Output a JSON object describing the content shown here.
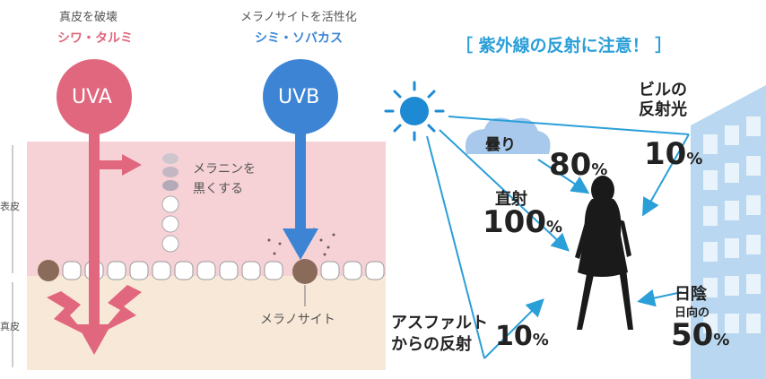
{
  "skin": {
    "uva": {
      "caption": "真皮を破壊",
      "effect": "シワ・タルミ",
      "label": "UVA",
      "color": "#e0677d"
    },
    "uvb": {
      "caption": "メラノサイトを活性化",
      "effect": "シミ・ソバカス",
      "label": "UVB",
      "color": "#3d85d4"
    },
    "melanin_note": [
      "メラニンを",
      "黒くする"
    ],
    "melanocyte_label": "メラノサイト",
    "layers": [
      "表皮",
      "真皮"
    ]
  },
  "reflection": {
    "title": "［ 紫外線の反射に注意！ ］",
    "items": {
      "building": {
        "label_1": "ビルの",
        "label_2": "反射光",
        "value": "10",
        "unit": "%"
      },
      "cloudy": {
        "label": "曇り",
        "value": "80",
        "unit": "%"
      },
      "direct": {
        "label": "直射",
        "value": "100",
        "unit": "%"
      },
      "asphalt": {
        "label_1": "アスファルト",
        "label_2": "からの反射",
        "value": "10",
        "unit": "%"
      },
      "shade": {
        "label_1": "日陰",
        "label_2": "日向の",
        "value": "50",
        "unit": "%"
      }
    },
    "colors": {
      "arrow": "#2a9fd8",
      "sun": "#1f8ad4",
      "building": "#7fb9e6",
      "cloud": "#a9c9ec"
    }
  }
}
